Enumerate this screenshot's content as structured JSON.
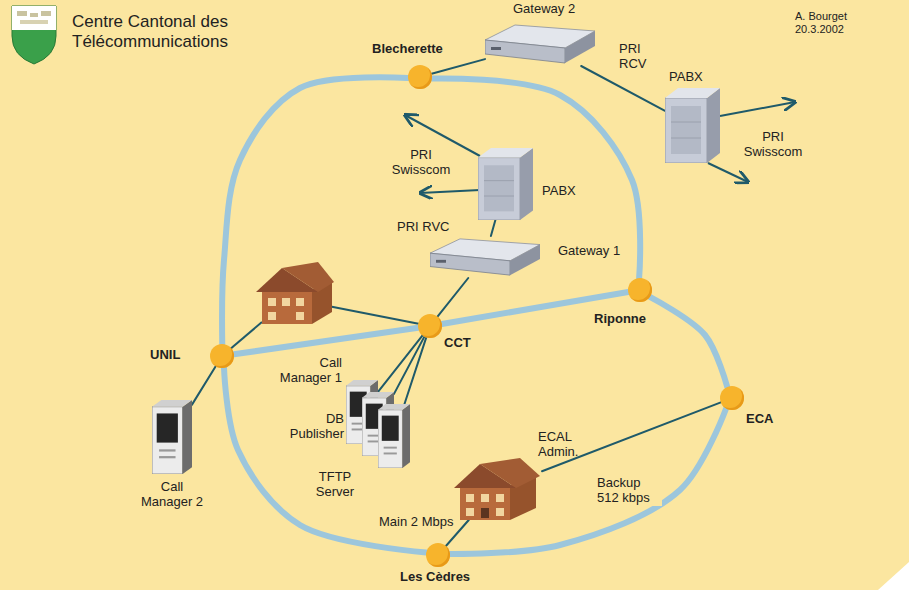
{
  "diagram": {
    "title": "Centre Cantonal des Télécommunications",
    "nodes": [
      {
        "text": [
          "Gateway 2"
        ]
      },
      {
        "text": [
          "Blecherette"
        ]
      },
      {
        "text": [
          "PABX"
        ]
      },
      {
        "text": [
          "PABX"
        ]
      },
      {
        "text": [
          "Gateway 1"
        ]
      },
      {
        "text": [
          "Riponne"
        ]
      },
      {
        "text": [
          "UNIL"
        ]
      },
      {
        "text": [
          "CCT"
        ]
      },
      {
        "text": [
          "Call Manager 1"
        ]
      },
      {
        "text": [
          "DB Publisher"
        ]
      },
      {
        "text": [
          "TFTP Server"
        ]
      },
      {
        "text": [
          "ECAL Admin."
        ]
      },
      {
        "text": [
          "Call Manager 2"
        ]
      },
      {
        "text": [
          "ECA"
        ]
      },
      {
        "text": [
          "Les Cèdres"
        ]
      }
    ],
    "edges": [
      {
        "from": 1,
        "to": 0,
        "arrow": "none"
      },
      {
        "from": 0,
        "to": 2,
        "label": "PRI RCV",
        "arrow": "none"
      },
      {
        "from": 3,
        "to": 4,
        "label": "PRI RVC",
        "arrow": "none"
      },
      {
        "from": 4,
        "to": 7,
        "arrow": "none"
      },
      {
        "from": 7,
        "to": 8,
        "arrow": "none"
      },
      {
        "from": 7,
        "to": 9,
        "arrow": "none"
      },
      {
        "from": 7,
        "to": 10,
        "arrow": "none"
      },
      {
        "from": 6,
        "to": 12,
        "arrow": "none"
      },
      {
        "from": 11,
        "to": 14,
        "label": "Main 2 Mbps",
        "arrow": "none"
      },
      {
        "from": 11,
        "to": 13,
        "label": "Backup 512 kbps",
        "arrow": "none"
      },
      {
        "from": 1,
        "to": 6,
        "arrow": "none"
      },
      {
        "from": 1,
        "to": 5,
        "arrow": "none"
      },
      {
        "from": 5,
        "to": 13,
        "arrow": "none"
      },
      {
        "from": 13,
        "to": 14,
        "arrow": "none"
      },
      {
        "from": 14,
        "to": 6,
        "arrow": "none"
      },
      {
        "from": 6,
        "to": 7,
        "arrow": "none"
      },
      {
        "from": 7,
        "to": 5,
        "arrow": "none"
      }
    ],
    "labels": [
      "A. Bourget 20.3.2002",
      "PRI Swisscom",
      "PRI Swisscom"
    ]
  }
}
